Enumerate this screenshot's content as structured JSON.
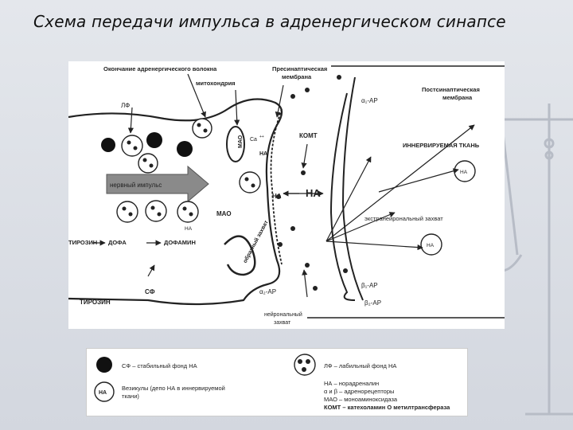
{
  "slide": {
    "title": "Схема передачи импульса в адренергическом синапсе"
  },
  "diagram": {
    "labels": {
      "axon_ending": "Окончание адренергического волокна",
      "presynaptic": "Пресинаптическая",
      "presynaptic_2": "мембрана",
      "mitochondria": "митохондрия",
      "lf": "ЛФ",
      "mao_in": "МАО",
      "ca": "Ca",
      "ca_sup": "++",
      "na_top": "НА",
      "nerve_impulse": "нервный импульс",
      "na_mid": "НА",
      "na_big": "НА",
      "mao": "МАО",
      "komt": "КОМТ",
      "na_small": "НА",
      "tyrosine_top": "ТИРОЗИН",
      "dopa": "ДОФА",
      "dopamine": "ДОФАМИН",
      "reuptake": "обратный захват",
      "sf": "СФ",
      "tyrosine_bottom": "ТИРОЗИН",
      "alpha2": "α₂-АР",
      "neuronal_uptake": "нейрональный",
      "neuronal_uptake_2": "захват",
      "postsynaptic": "Постсинаптическая",
      "postsynaptic_2": "мембрана",
      "alpha1": "α₁-АР",
      "innervated": "ИННЕРВИРУЕМАЯ ТКАНЬ",
      "na_tissue": "НА",
      "extraneuronal": "экстранейрональный захват",
      "na_tissue_2": "НА",
      "beta1": "β₁-АР",
      "beta2": "β₂-АР"
    }
  },
  "legend": {
    "sf": "СФ – стабильный фонд НА",
    "lf": "ЛФ – лабильный фонд НА",
    "vesicle_na": "НА",
    "vesicle": "Везикулы (депо НА в иннервируемой",
    "vesicle_2": "ткани)",
    "abbr_1": "НА – норадреналин",
    "abbr_2": "α и β – адренорецепторы",
    "abbr_3": "МАО – моноаминоксидаза",
    "abbr_4": "КОМТ – катехоламин О метилтрансфераза"
  },
  "colors": {
    "ink": "#222222",
    "arrow_fill": "#8a8a8a"
  }
}
